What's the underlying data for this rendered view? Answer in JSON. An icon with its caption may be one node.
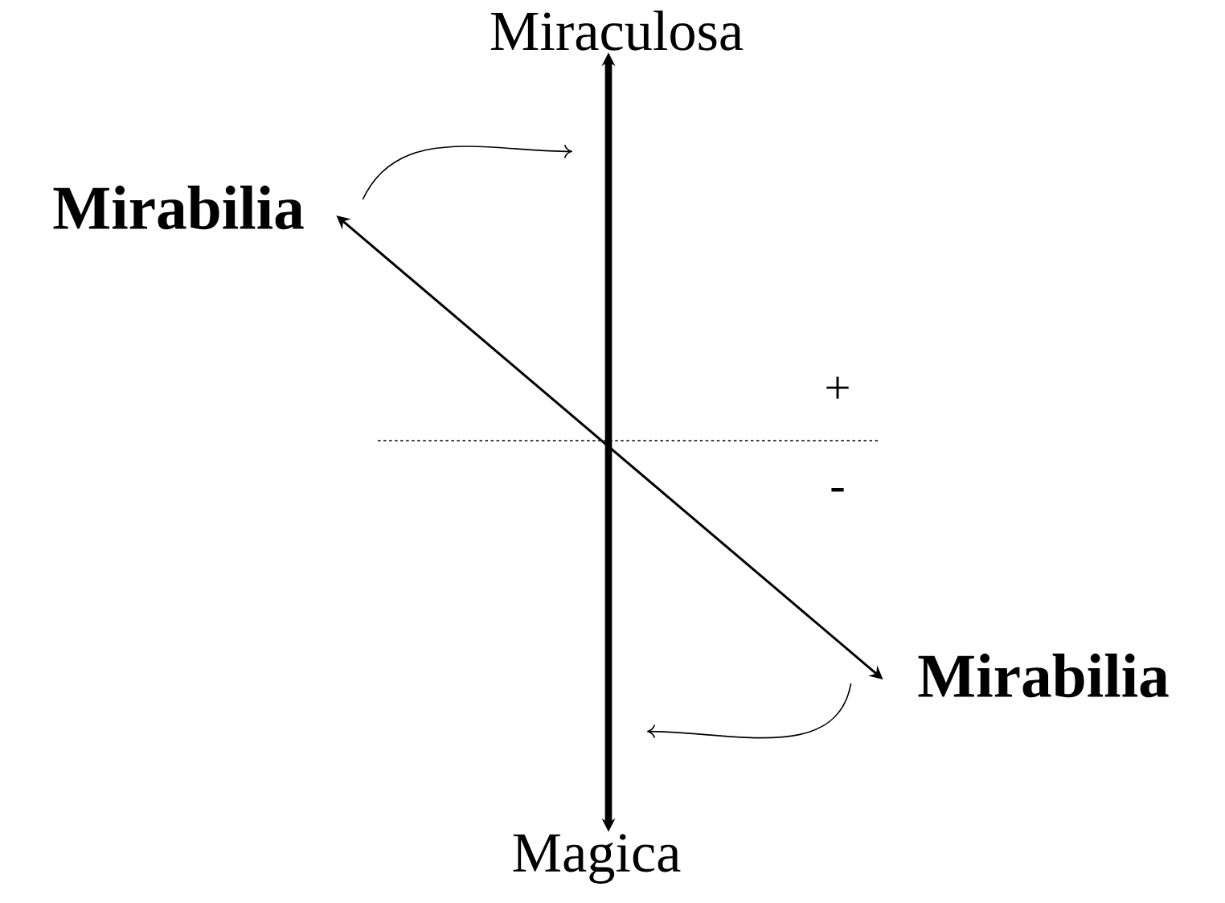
{
  "diagram": {
    "nodes": [
      {
        "text": [
          "Miraculosa"
        ]
      },
      {
        "text": [
          "Mirabilia"
        ]
      },
      {
        "text": [
          "Mirabilia"
        ]
      },
      {
        "text": [
          "Magica"
        ]
      }
    ],
    "edges": [
      {
        "from": 0,
        "to": 3,
        "arrow": "both",
        "style": "thick"
      },
      {
        "from": 1,
        "to": 2,
        "arrow": "both"
      }
    ],
    "labels": [
      "+",
      "-"
    ]
  }
}
